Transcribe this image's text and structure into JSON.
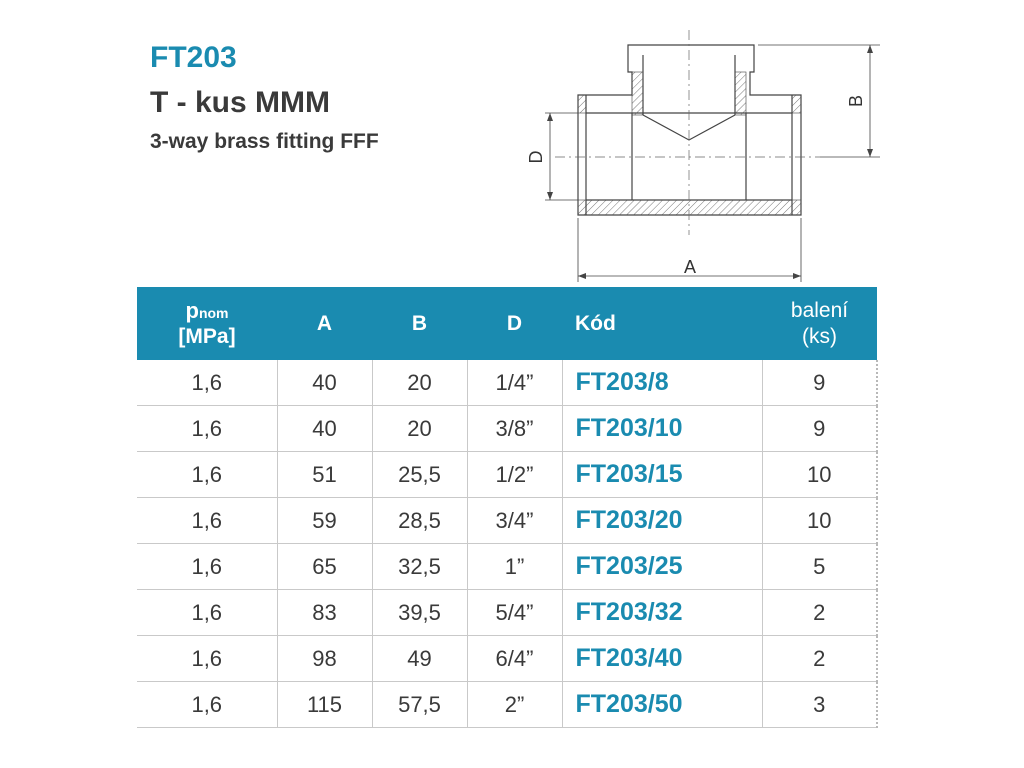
{
  "header": {
    "code": "FT203",
    "name": "T - kus MMM",
    "subtitle": "3-way brass fitting FFF"
  },
  "drawing": {
    "labels": {
      "a": "A",
      "b": "B",
      "d": "D"
    }
  },
  "table": {
    "headers": {
      "p": "p",
      "p_sub": "nom",
      "p_unit": "[MPa]",
      "a": "A",
      "b": "B",
      "d": "D",
      "code": "Kód",
      "pack_1": "balení",
      "pack_2": "(ks)"
    },
    "rows": [
      {
        "p": "1,6",
        "a": "40",
        "b": "20",
        "d": "1/4”",
        "code": "FT203/8",
        "pack": "9"
      },
      {
        "p": "1,6",
        "a": "40",
        "b": "20",
        "d": "3/8”",
        "code": "FT203/10",
        "pack": "9"
      },
      {
        "p": "1,6",
        "a": "51",
        "b": "25,5",
        "d": "1/2”",
        "code": "FT203/15",
        "pack": "10"
      },
      {
        "p": "1,6",
        "a": "59",
        "b": "28,5",
        "d": "3/4”",
        "code": "FT203/20",
        "pack": "10"
      },
      {
        "p": "1,6",
        "a": "65",
        "b": "32,5",
        "d": "1”",
        "code": "FT203/25",
        "pack": "5"
      },
      {
        "p": "1,6",
        "a": "83",
        "b": "39,5",
        "d": "5/4”",
        "code": "FT203/32",
        "pack": "2"
      },
      {
        "p": "1,6",
        "a": "98",
        "b": "49",
        "d": "6/4”",
        "code": "FT203/40",
        "pack": "2"
      },
      {
        "p": "1,6",
        "a": "115",
        "b": "57,5",
        "d": "2”",
        "code": "FT203/50",
        "pack": "3"
      }
    ]
  },
  "colors": {
    "accent": "#1a8bb0",
    "text": "#3a3a3a",
    "grid": "#c9c9c9"
  }
}
